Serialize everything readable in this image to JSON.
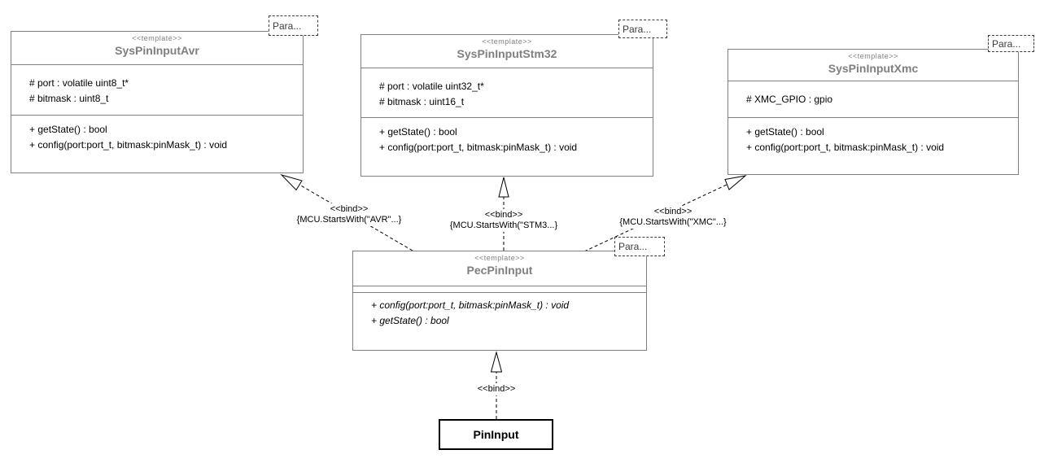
{
  "diagram": {
    "type": "uml-class-diagram",
    "colors": {
      "background": "#ffffff",
      "class_border": "#808080",
      "class_title_text": "#7f7f7f",
      "member_text": "#000000",
      "connector": "#000000",
      "plain_class_border": "#000000"
    },
    "classes": [
      {
        "name": "SysPinInputAvr",
        "stereotype": "<<template>>",
        "template_param": "Para...",
        "attributes": [
          "# port : volatile uint8_t*",
          "# bitmask : uint8_t"
        ],
        "operations": [
          "+ getState() : bool",
          "+ config(port:port_t, bitmask:pinMask_t) : void"
        ]
      },
      {
        "name": "SysPinInputStm32",
        "stereotype": "<<template>>",
        "template_param": "Para...",
        "attributes": [
          "# port : volatile uint32_t*",
          "# bitmask : uint16_t"
        ],
        "operations": [
          "+ getState() : bool",
          "+ config(port:port_t, bitmask:pinMask_t) : void"
        ]
      },
      {
        "name": "SysPinInputXmc",
        "stereotype": "<<template>>",
        "template_param": "Para...",
        "attributes": [
          "# XMC_GPIO : gpio"
        ],
        "operations": [
          "+ getState() : bool",
          "+ config(port:port_t, bitmask:pinMask_t) : void"
        ]
      },
      {
        "name": "PecPinInput",
        "stereotype": "<<template>>",
        "template_param": "Para...",
        "attributes": [],
        "operations": [
          "+ config(port:port_t, bitmask:pinMask_t) : void",
          "+ getState() : bool"
        ]
      },
      {
        "name": "PinInput"
      }
    ],
    "edges": [
      {
        "from": "PecPinInput",
        "to": "SysPinInputAvr",
        "stereotype": "<<bind>>",
        "constraint": "{MCU.StartsWith(\"AVR\"...}"
      },
      {
        "from": "PecPinInput",
        "to": "SysPinInputStm32",
        "stereotype": "<<bind>>",
        "constraint": "{MCU.StartsWith(\"STM3...}"
      },
      {
        "from": "PecPinInput",
        "to": "SysPinInputXmc",
        "stereotype": "<<bind>>",
        "constraint": "{MCU.StartsWith(\"XMC\"...}"
      },
      {
        "from": "PinInput",
        "to": "PecPinInput",
        "stereotype": "<<bind>>"
      }
    ]
  }
}
